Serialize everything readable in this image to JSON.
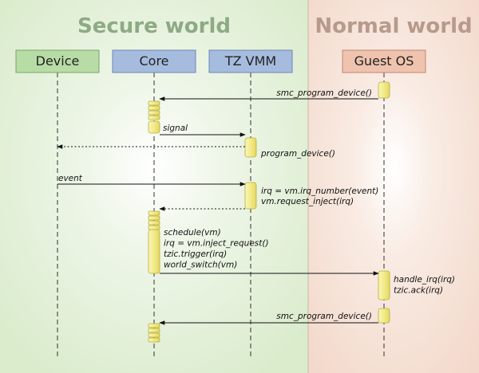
{
  "worlds": {
    "secure": {
      "label": "Secure world",
      "bg": "#dbeccd",
      "title_color": "#8eaa84"
    },
    "normal": {
      "label": "Normal world",
      "bg": "#f3d9cb",
      "title_color": "#b79a8c"
    }
  },
  "participants": [
    {
      "id": "device",
      "label": "Device",
      "fill": "#b7dca5",
      "stroke": "#7aa56a"
    },
    {
      "id": "core",
      "label": "Core",
      "fill": "#a6bcde",
      "stroke": "#6d86b4"
    },
    {
      "id": "tzvmm",
      "label": "TZ VMM",
      "fill": "#a6bcde",
      "stroke": "#6d86b4"
    },
    {
      "id": "guestos",
      "label": "Guest OS",
      "fill": "#efc3ae",
      "stroke": "#c08670"
    }
  ],
  "messages": [
    {
      "id": "m1",
      "from": "guestos",
      "to": "core",
      "style": "solid",
      "label": "smc_program_device()"
    },
    {
      "id": "m2",
      "from": "core",
      "to": "tzvmm",
      "style": "solid",
      "label": "signal"
    },
    {
      "id": "m3",
      "from": "tzvmm",
      "to": "device",
      "style": "dotted",
      "label": "program_device()"
    },
    {
      "id": "m4",
      "from": "device",
      "to": "tzvmm",
      "style": "solid",
      "label": "event"
    },
    {
      "id": "m5",
      "from": "tzvmm",
      "to": "core",
      "style": "dotted",
      "label": ""
    },
    {
      "id": "m6",
      "from": "core",
      "to": "guestos",
      "style": "solid",
      "label": ""
    },
    {
      "id": "m7",
      "from": "guestos",
      "to": "core",
      "style": "solid",
      "label": "smc_program_device()"
    }
  ],
  "notes": {
    "tzvmm_irq": [
      "irq = vm.irq_number(event)",
      "vm.request_inject(irq)"
    ],
    "core_schedule": [
      "schedule(vm)",
      "irq = vm.inject_request()",
      "tzic.trigger(irq)",
      "world_switch(vm)"
    ],
    "guest_handle": [
      "handle_irq(irq)",
      "tzic.ack(irq)"
    ]
  },
  "colors": {
    "activation_fill": "#f2ea8a",
    "activation_stroke": "#b9ae3a",
    "lifeline": "#333333"
  }
}
